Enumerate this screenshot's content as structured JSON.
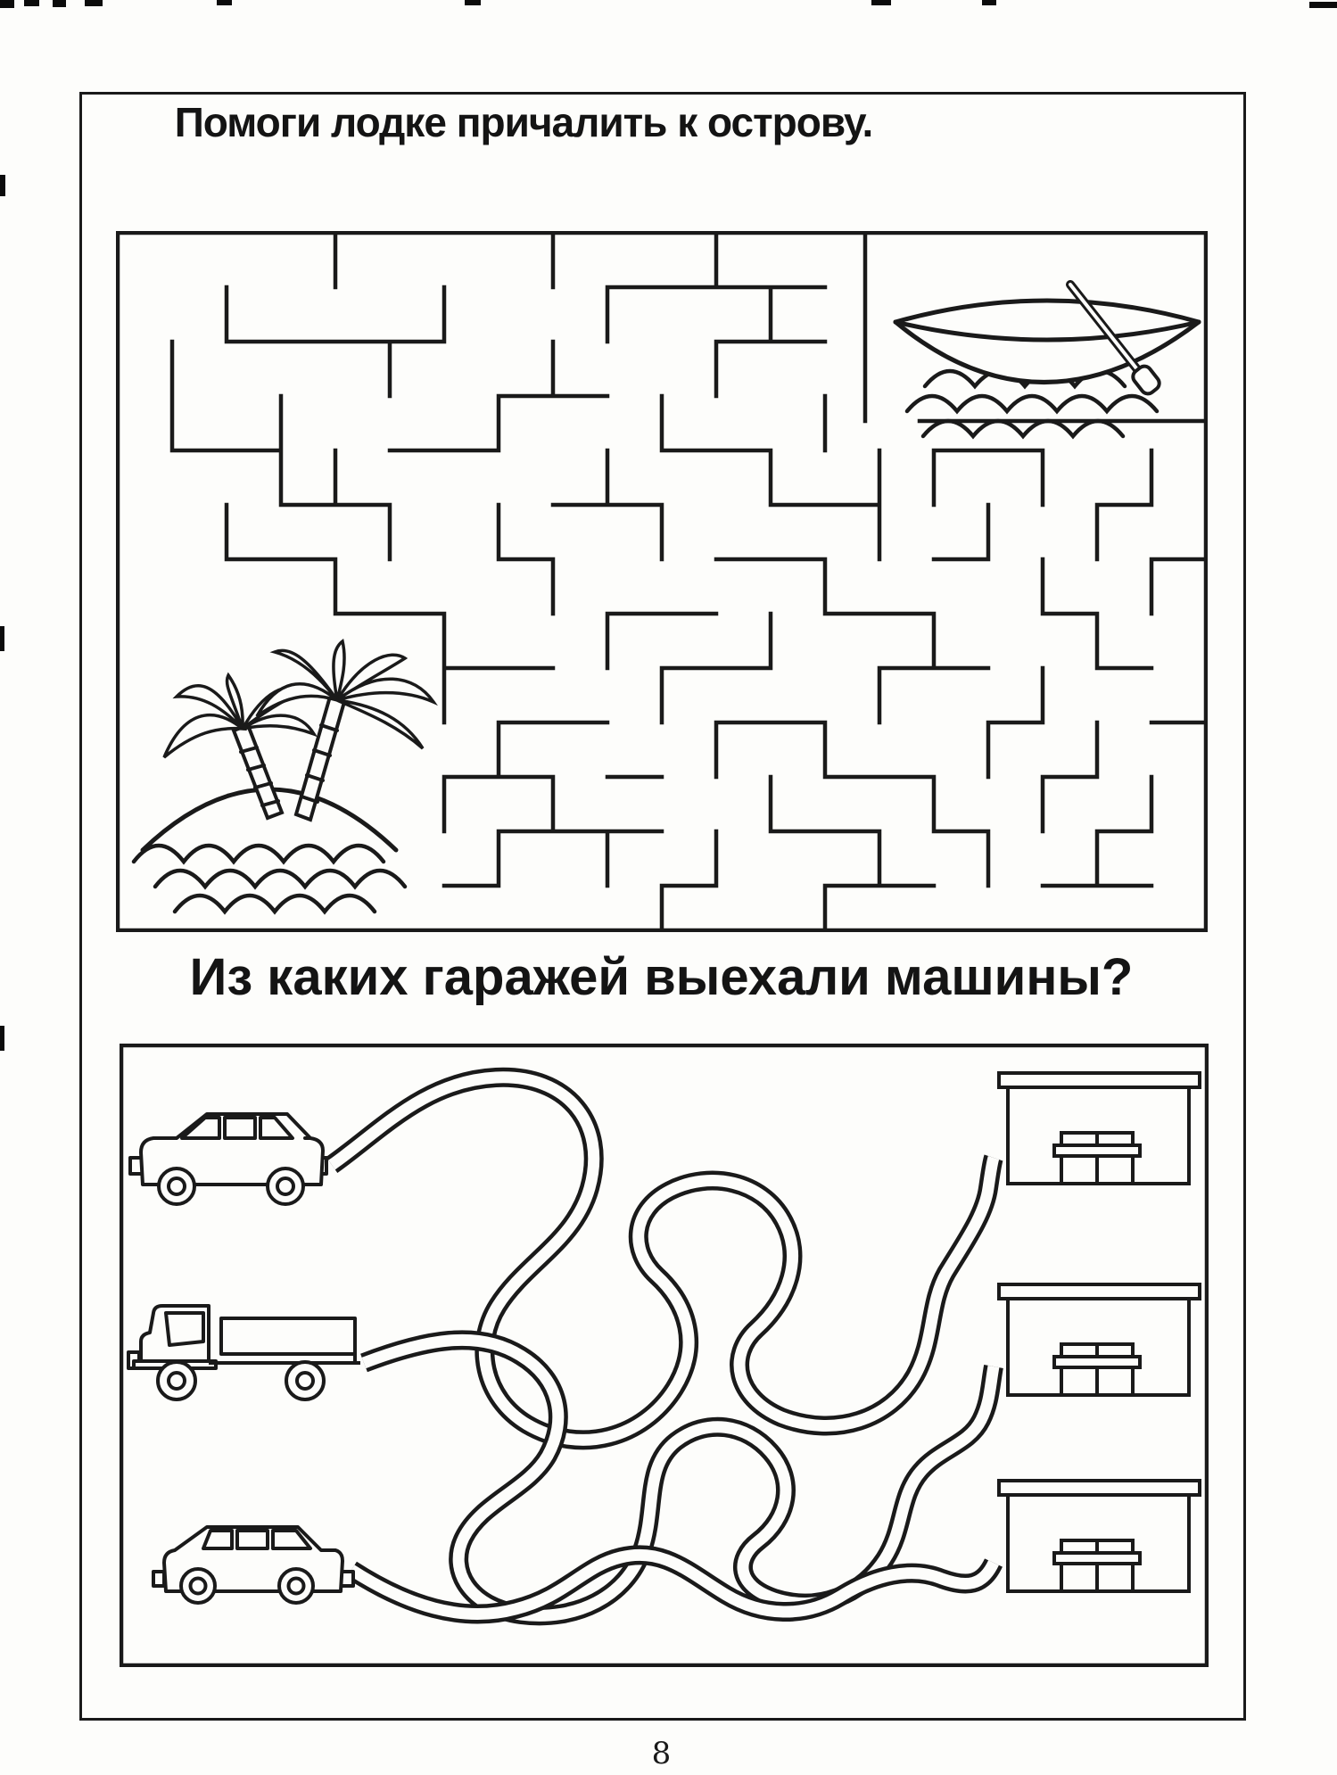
{
  "page": {
    "number": "8",
    "paper_color": "#fdfdfb",
    "ink_color": "#1a1a1a"
  },
  "puzzle1": {
    "title": "Помоги лодке причалить к острову.",
    "icons": {
      "start": "rowboat-with-oar-icon",
      "goal": "palm-island-icon",
      "decor": "water-waves-icon"
    }
  },
  "puzzle2": {
    "title": "Из каких гаражей выехали машины?",
    "icons": {
      "vehicles": [
        "sedan-car-icon",
        "flatbed-truck-icon",
        "station-wagon-icon"
      ],
      "garages": [
        "garage-icon",
        "garage-icon",
        "garage-icon"
      ]
    }
  }
}
